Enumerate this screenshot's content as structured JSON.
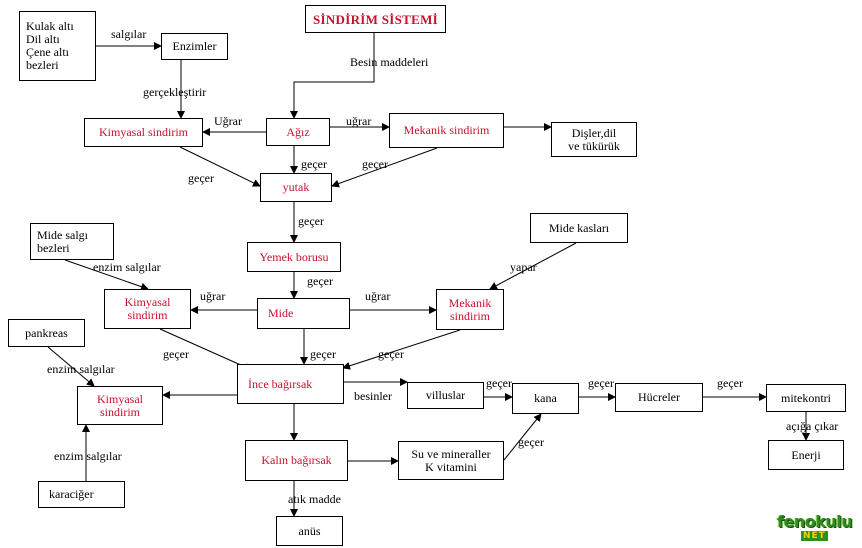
{
  "boxes": {
    "title": "SİNDİRİM SİSTEMİ",
    "glands": "Kulak altı\nDil altı\nÇene altı\nbezleri",
    "enzymes": "Enzimler",
    "chem1": "Kimyasal sindirim",
    "mouth": "Ağız",
    "mech1": "Mekanik sindirim",
    "teeth": "Dişler,dil\nve   tükürük",
    "pharynx": "yutak",
    "esophagus": "Yemek borusu",
    "stomach_glands": "Mide  salgı\nbezleri",
    "stomach_muscles": "Mide kasları",
    "chem2": "Kimyasal\nsindirim",
    "stomach": "Mide",
    "mech2": "Mekanik\nsindirim",
    "pancreas": "pankreas",
    "small_intestine": "İnce bağırsak",
    "chem3": "Kimyasal\nsindirim",
    "villi": "villuslar",
    "blood": "kana",
    "cells": "Hücreler",
    "mito": "mitekontri",
    "large_intestine": "Kalın bağırsak",
    "water_minerals": "Su ve  mineraller\nK vitamini",
    "energy": "Enerji",
    "liver": "karaciğer",
    "anus": "anüs"
  },
  "labels": {
    "salgilar": "salgılar",
    "besin": "Besin maddeleri",
    "gerceklestirir": "gerçekleştirir",
    "ugrar1": "Uğrar",
    "ugrar2": "uğrar",
    "gecer_yutak_left": "geçer",
    "gecer_mouth": "geçer",
    "gecer_mech": "geçer",
    "gecer_yutak": "geçer",
    "enzim1": "enzim salgılar",
    "yapar": "yapar",
    "gecer_eso": "geçer",
    "ugrar3": "uğrar",
    "ugrar4": "uğrar",
    "gecer_chem2": "geçer",
    "gecer_mide": "geçer",
    "gecer_mech2": "geçer",
    "enzim2": "enzim  salgılar",
    "besinler": "besinler",
    "gecer_villi": "geçer",
    "gecer_blood": "geçer",
    "gecer_cells": "geçer",
    "aciga": "açığa çıkar",
    "enzim3": "enzim  salgılar",
    "gecer_water": "geçer",
    "atik": "atık madde"
  },
  "logo": {
    "word": "fenokulu",
    "suffix": "NET"
  }
}
